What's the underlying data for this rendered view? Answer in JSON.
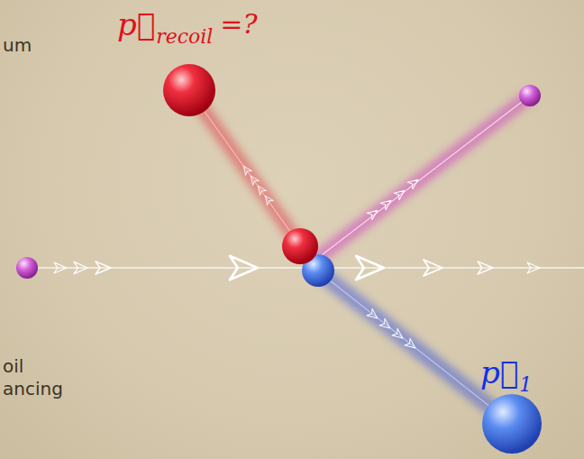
{
  "diagram": {
    "labels": [
      "p⃗",
      "recoil",
      "=?",
      "um",
      "oil",
      "ancing",
      "p⃗",
      "1"
    ]
  }
}
